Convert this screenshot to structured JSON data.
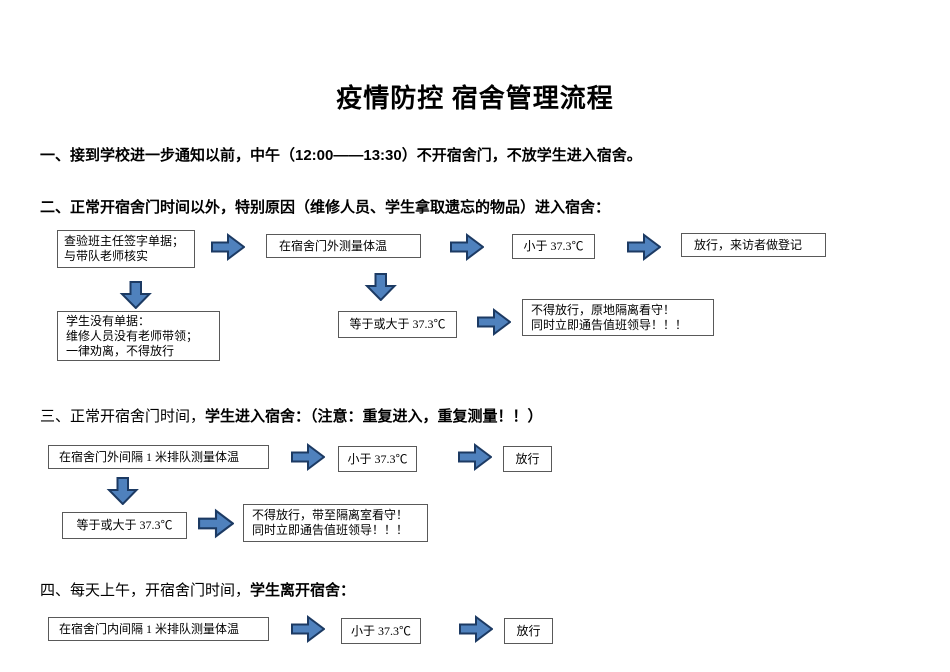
{
  "title": "疫情防控 宿舍管理流程",
  "colors": {
    "arrow_fill": "#4f81bd",
    "arrow_stroke": "#1c3a63",
    "box_border": "#595959",
    "title_color": "#000000"
  },
  "section1": {
    "heading": "一、接到学校进一步通知以前，中午（12:00——13:30）不开宿舍门，不放学生进入宿舍。"
  },
  "section2": {
    "heading": "二、正常开宿舍门时间以外，特别原因（维修人员、学生拿取遗忘的物品）进入宿舍：",
    "box_check_slip": "查验班主任签字单据；\n与带队老师核实",
    "box_measure_outside": "在宿舍门外测量体温",
    "box_below_threshold": "小于 37.3℃",
    "box_release_register": "放行，来访者做登记",
    "box_no_slip": "学生没有单据：\n维修人员没有老师带领；\n一律劝离，不得放行",
    "box_at_or_above": "等于或大于 37.3℃",
    "box_no_release_isolate": "不得放行，原地隔离看守！\n同时立即通告值班领导！！！"
  },
  "section3": {
    "heading_normal": "三、正常开宿舍门时间，",
    "heading_bold": "学生进入宿舍：（注意：重复进入，重复测量！！）",
    "box_queue_outside": "在宿舍门外间隔 1 米排队测量体温",
    "box_below_threshold": "小于 37.3℃",
    "box_release": "放行",
    "box_at_or_above": "等于或大于 37.3℃",
    "box_no_release_isolate": "不得放行，带至隔离室看守！\n同时立即通告值班领导！！！"
  },
  "section4": {
    "heading_normal": "四、每天上午，开宿舍门时间，",
    "heading_bold": "学生离开宿舍：",
    "box_queue_inside": "在宿舍门内间隔 1 米排队测量体温",
    "box_below_threshold": "小于 37.3℃",
    "box_release": "放行"
  }
}
